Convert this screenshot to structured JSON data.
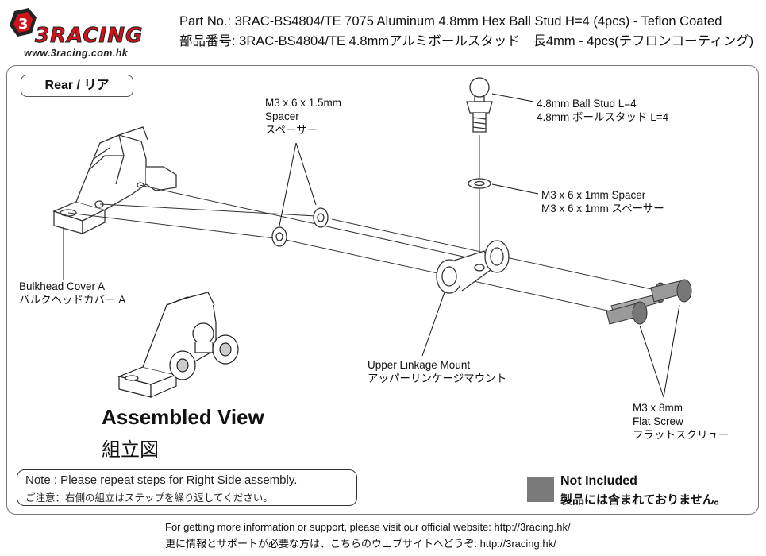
{
  "header": {
    "logo_text": "3RACING",
    "logo_url": "www.3racing.com.hk",
    "title_en": "Part No.: 3RAC-BS4804/TE  7075 Aluminum 4.8mm Hex Ball Stud H=4 (4pcs) - Teflon Coated",
    "title_jp": "部品番号: 3RAC-BS4804/TE  4.8mmアルミボールスタッド　長4mm - 4pcs(テフロンコーティング)"
  },
  "section": {
    "tab_label": "Rear / リア"
  },
  "parts": {
    "spacer_15": {
      "line1": "M3 x 6 x 1.5mm",
      "line2": "Spacer",
      "line3": "スペーサー"
    },
    "ball_stud": {
      "line1": "4.8mm Ball Stud L=4",
      "line2": "4.8mm ボールスタッド L=4"
    },
    "spacer_1": {
      "line1": "M3 x 6 x 1mm Spacer",
      "line2": "M3 x 6 x 1mm スペーサー"
    },
    "bulkhead": {
      "line1": "Bulkhead Cover A",
      "line2": "バルクヘッドカバー A"
    },
    "linkage": {
      "line1": "Upper Linkage Mount",
      "line2": "アッパーリンケージマウント"
    },
    "screw": {
      "line1": "M3 x 8mm",
      "line2": "Flat Screw",
      "line3": "フラットスクリュー"
    }
  },
  "assembled": {
    "title": "Assembled View",
    "title_jp": "組立図"
  },
  "note": {
    "en": "Note : Please repeat steps for Right Side assembly.",
    "jp": "ご注意：右側の組立はステップを繰り返してください。"
  },
  "legend": {
    "swatch_color": "#7a7a7a",
    "en": "Not Included",
    "jp": "製品には含まれておりません。"
  },
  "footer": {
    "line1": "For getting more information or support, please visit our official website: http://3racing.hk/",
    "line2": "更に情報とサポートが必要な方は、こちらのウェブサイトへどうぞ: http://3racing.hk/"
  },
  "colors": {
    "brand_red": "#d0131b",
    "not_included_gray": "#7a7a7a"
  }
}
